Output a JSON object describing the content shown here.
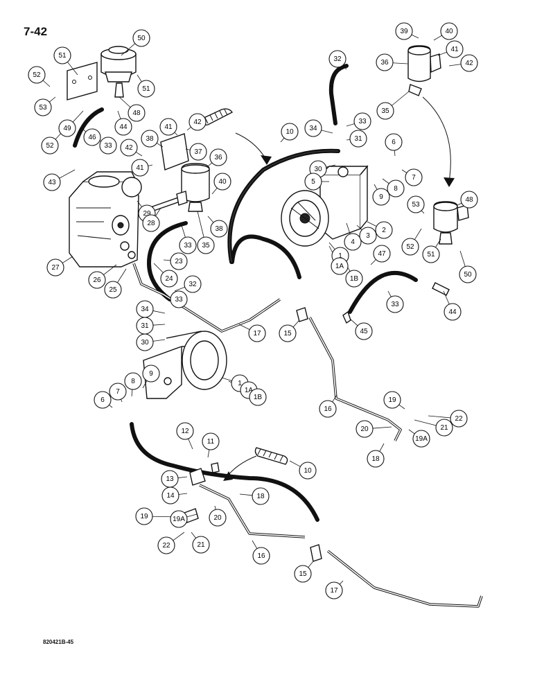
{
  "page_number": "7-42",
  "drawing_code": "820421B-45",
  "callouts": [
    {
      "label": "50"
    },
    {
      "label": "51"
    },
    {
      "label": "52"
    },
    {
      "label": "53"
    },
    {
      "label": "49"
    },
    {
      "label": "48"
    },
    {
      "label": "44"
    },
    {
      "label": "46"
    },
    {
      "label": "33"
    },
    {
      "label": "52"
    },
    {
      "label": "51"
    },
    {
      "label": "43"
    },
    {
      "label": "41"
    },
    {
      "label": "42"
    },
    {
      "label": "38"
    },
    {
      "label": "37"
    },
    {
      "label": "42"
    },
    {
      "label": "41"
    },
    {
      "label": "36"
    },
    {
      "label": "40"
    },
    {
      "label": "29"
    },
    {
      "label": "28"
    },
    {
      "label": "38"
    },
    {
      "label": "33"
    },
    {
      "label": "35"
    },
    {
      "label": "27"
    },
    {
      "label": "26"
    },
    {
      "label": "25"
    },
    {
      "label": "24"
    },
    {
      "label": "23"
    },
    {
      "label": "32"
    },
    {
      "label": "33"
    },
    {
      "label": "34"
    },
    {
      "label": "31"
    },
    {
      "label": "30"
    },
    {
      "label": "17"
    },
    {
      "label": "15"
    },
    {
      "label": "10"
    },
    {
      "label": "32"
    },
    {
      "label": "33"
    },
    {
      "label": "34"
    },
    {
      "label": "31"
    },
    {
      "label": "30"
    },
    {
      "label": "5"
    },
    {
      "label": "1"
    },
    {
      "label": "1A"
    },
    {
      "label": "1B"
    },
    {
      "label": "4"
    },
    {
      "label": "3"
    },
    {
      "label": "2"
    },
    {
      "label": "9"
    },
    {
      "label": "8"
    },
    {
      "label": "7"
    },
    {
      "label": "6"
    },
    {
      "label": "39"
    },
    {
      "label": "40"
    },
    {
      "label": "41"
    },
    {
      "label": "42"
    },
    {
      "label": "36"
    },
    {
      "label": "35"
    },
    {
      "label": "48"
    },
    {
      "label": "53"
    },
    {
      "label": "52"
    },
    {
      "label": "51"
    },
    {
      "label": "50"
    },
    {
      "label": "47"
    },
    {
      "label": "33"
    },
    {
      "label": "44"
    },
    {
      "label": "45"
    },
    {
      "label": "1"
    },
    {
      "label": "1A"
    },
    {
      "label": "1B"
    },
    {
      "label": "9"
    },
    {
      "label": "8"
    },
    {
      "label": "7"
    },
    {
      "label": "6"
    },
    {
      "label": "16"
    },
    {
      "label": "19"
    },
    {
      "label": "22"
    },
    {
      "label": "21"
    },
    {
      "label": "20"
    },
    {
      "label": "19A"
    },
    {
      "label": "18"
    },
    {
      "label": "12"
    },
    {
      "label": "11"
    },
    {
      "label": "10"
    },
    {
      "label": "13"
    },
    {
      "label": "14"
    },
    {
      "label": "18"
    },
    {
      "label": "19"
    },
    {
      "label": "19A"
    },
    {
      "label": "20"
    },
    {
      "label": "22"
    },
    {
      "label": "21"
    },
    {
      "label": "16"
    },
    {
      "label": "15"
    },
    {
      "label": "17"
    }
  ]
}
